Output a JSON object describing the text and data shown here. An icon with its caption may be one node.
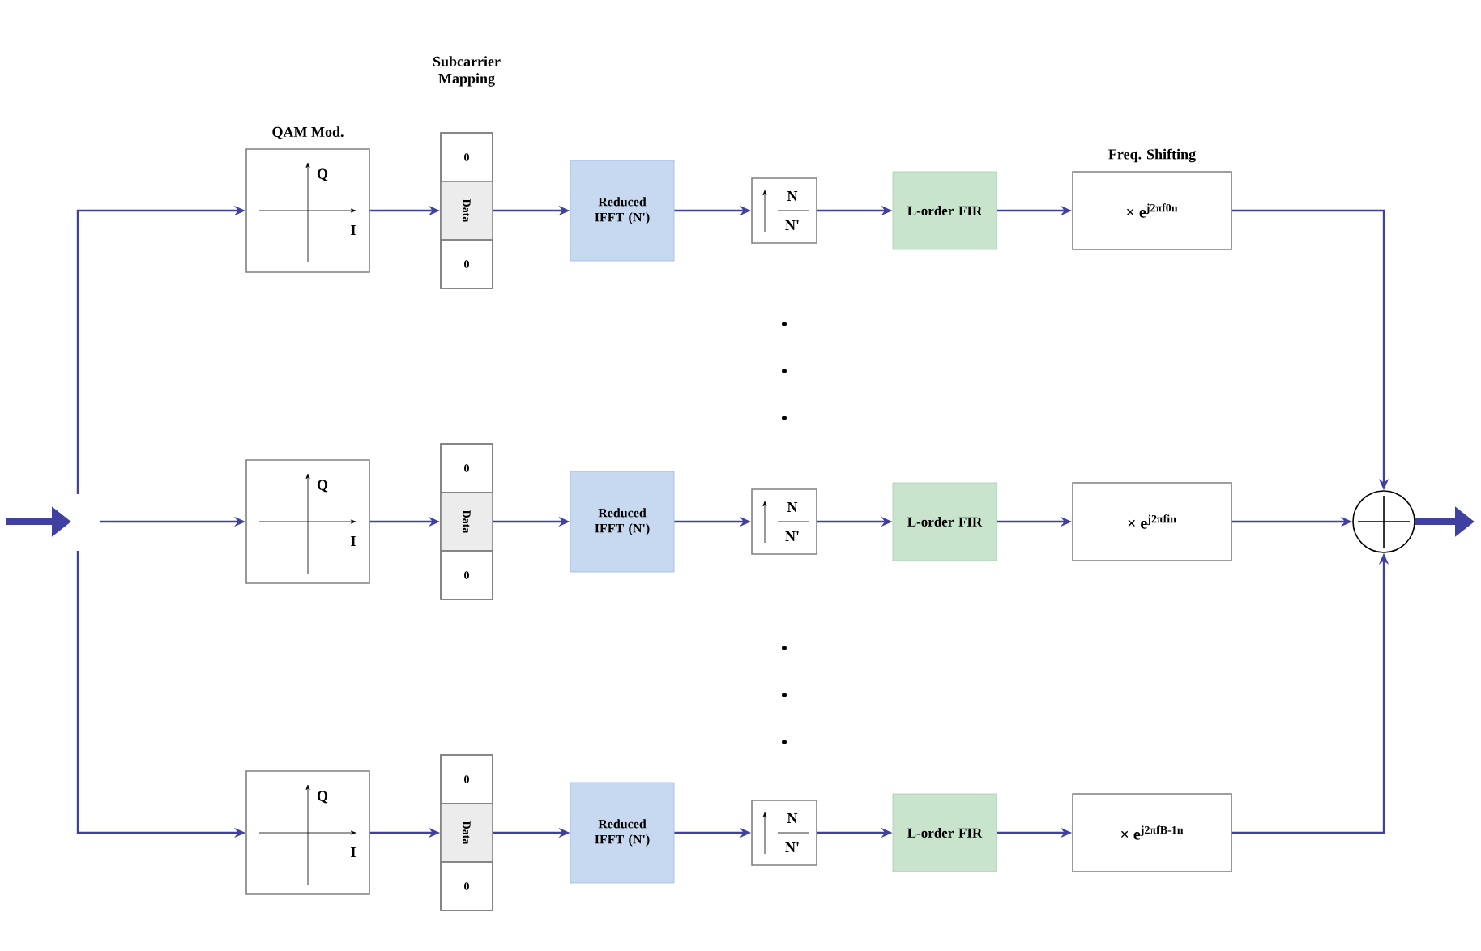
{
  "diagram": {
    "nodes": [
      {
        "text": [
          "QAM Mod.",
          "Q",
          "I"
        ]
      },
      {
        "text": [
          "Subcarrier Mapping",
          "0",
          "Data",
          "0"
        ]
      },
      {
        "text": [
          "Reduced IFFT (N')"
        ]
      },
      {
        "text": [
          "N",
          "N'"
        ]
      },
      {
        "text": [
          "L-order FIR"
        ]
      },
      {
        "text": [
          "Freq. Shifting",
          "× e$^{j2πf0n}$"
        ]
      },
      {
        "text": [
          "Q",
          "I"
        ]
      },
      {
        "text": [
          "0",
          "Data",
          "0"
        ]
      },
      {
        "text": [
          "Reduced IFFT (N')"
        ]
      },
      {
        "text": [
          "N",
          "N'"
        ]
      },
      {
        "text": [
          "L-order FIR"
        ]
      },
      {
        "text": [
          "× e$^{j2πfin}$"
        ]
      },
      {
        "text": [],
        "shape": "circle"
      },
      {
        "text": [
          "Q",
          "I"
        ]
      },
      {
        "text": [
          "0",
          "Data",
          "0"
        ]
      },
      {
        "text": [
          "Reduced IFFT (N')"
        ]
      },
      {
        "text": [
          "N",
          "N'"
        ]
      },
      {
        "text": [
          "L-order FIR"
        ]
      },
      {
        "text": [
          "× e$^{j2πfB-1n}$"
        ]
      }
    ],
    "edges": [
      {
        "from": null,
        "to": 0,
        "arrow": "to"
      },
      {
        "from": null,
        "to": 6,
        "arrow": "to"
      },
      {
        "from": null,
        "to": 13,
        "arrow": "to"
      },
      {
        "from": 0,
        "to": 1,
        "arrow": "to"
      },
      {
        "from": 1,
        "to": 2,
        "arrow": "to"
      },
      {
        "from": 2,
        "to": 3,
        "arrow": "to"
      },
      {
        "from": 3,
        "to": 4,
        "arrow": "to"
      },
      {
        "from": 4,
        "to": 5,
        "arrow": "to"
      },
      {
        "from": 6,
        "to": 7,
        "arrow": "to"
      },
      {
        "from": 7,
        "to": 8,
        "arrow": "to"
      },
      {
        "from": 8,
        "to": 9,
        "arrow": "to"
      },
      {
        "from": 9,
        "to": 10,
        "arrow": "to"
      },
      {
        "from": 10,
        "to": 11,
        "arrow": "to"
      },
      {
        "from": 13,
        "to": 14,
        "arrow": "to"
      },
      {
        "from": 14,
        "to": 15,
        "arrow": "to"
      },
      {
        "from": 15,
        "to": 16,
        "arrow": "to"
      },
      {
        "from": 16,
        "to": 17,
        "arrow": "to"
      },
      {
        "from": 17,
        "to": 18,
        "arrow": "to"
      },
      {
        "from": 5,
        "to": 12,
        "arrow": "to"
      },
      {
        "from": 11,
        "to": 12,
        "arrow": "to"
      },
      {
        "from": 18,
        "to": 12,
        "arrow": "to"
      },
      {
        "from": 12,
        "to": null,
        "arrow": "to",
        "style": "thick"
      }
    ]
  }
}
